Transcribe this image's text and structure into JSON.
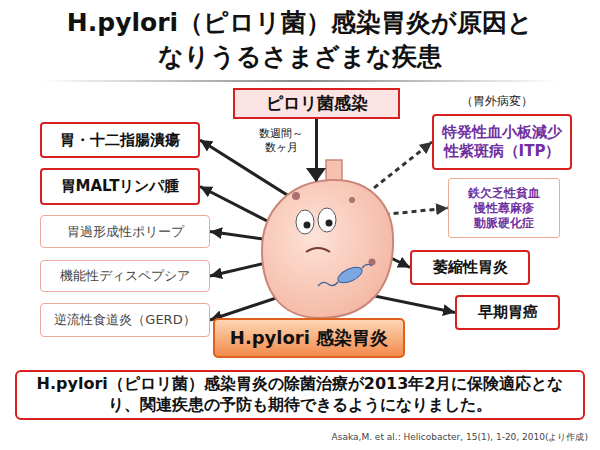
{
  "diagram": {
    "title": "H.pylori（ピロリ菌）感染胃炎が原因と なりうるさまざまな疾患",
    "caption": "Asaka,M. et al.: Helicobacter, 15(1), 1-20, 2010(より作成)",
    "nodes": [
      {
        "text": [
          "ピロリ菌感染"
        ]
      },
      {
        "text": [
          "胃・十二指腸潰瘍"
        ]
      },
      {
        "text": [
          "胃MALTリンパ腫"
        ]
      },
      {
        "text": [
          "胃過形成性ポリープ"
        ]
      },
      {
        "text": [
          "機能性ディスペプシア"
        ]
      },
      {
        "text": [
          "逆流性食道炎（GERD）"
        ]
      },
      {
        "text": [
          "特発性血小板減少性紫斑病（ITP）"
        ]
      },
      {
        "text": [
          "鉄欠乏性貧血 慢性蕁麻疹 動脈硬化症"
        ]
      },
      {
        "text": [
          "萎縮性胃炎"
        ]
      },
      {
        "text": [
          "早期胃癌"
        ]
      },
      {
        "text": [
          "H.pylori 感染胃炎"
        ]
      },
      {
        "text": [
          "H.pylori（ピロリ菌）感染胃炎の除菌治療が2013年2月に保険適応となり、関連疾患の予防も期待できるようになりました。"
        ]
      }
    ],
    "edges": [
      {
        "from": 0,
        "to": 10,
        "arrow": "to",
        "label": "数週間～ 数ヶ月"
      },
      {
        "from": 10,
        "to": 1,
        "arrow": "to"
      },
      {
        "from": 10,
        "to": 2,
        "arrow": "to"
      },
      {
        "from": 10,
        "to": 3,
        "arrow": "to"
      },
      {
        "from": 10,
        "to": 4,
        "arrow": "to"
      },
      {
        "from": 10,
        "to": 5,
        "arrow": "to"
      },
      {
        "from": 10,
        "to": 6,
        "arrow": "to"
      },
      {
        "from": 10,
        "to": 7,
        "arrow": "to"
      },
      {
        "from": 10,
        "to": 8,
        "arrow": "to"
      },
      {
        "from": 10,
        "to": 9,
        "arrow": "to"
      }
    ],
    "labels": [
      "（胃外病変）"
    ]
  }
}
